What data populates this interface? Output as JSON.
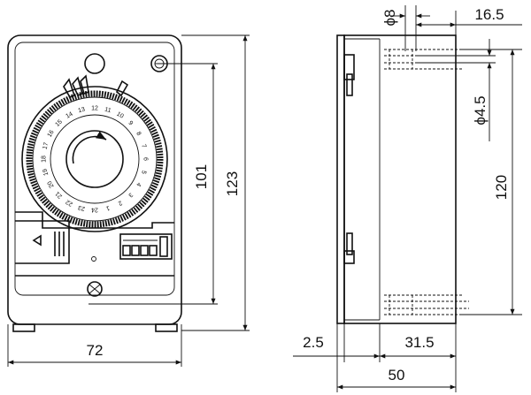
{
  "front_view": {
    "width_label": "72",
    "height_outer_label": "123",
    "height_inner_label": "101",
    "dial_numbers": [
      "1",
      "2",
      "3",
      "4",
      "5",
      "6",
      "7",
      "8",
      "9",
      "10",
      "11",
      "12",
      "13",
      "14",
      "15",
      "16",
      "17",
      "18",
      "19",
      "20",
      "21",
      "22",
      "23",
      "24"
    ]
  },
  "side_view": {
    "hole_dia_large_label": "ϕ8",
    "hole_offset_label": "16.5",
    "hole_dia_small_label": "ϕ4.5",
    "hole_pitch_label": "120",
    "lid_label": "2.5",
    "body_depth_label": "31.5",
    "total_depth_label": "50"
  }
}
